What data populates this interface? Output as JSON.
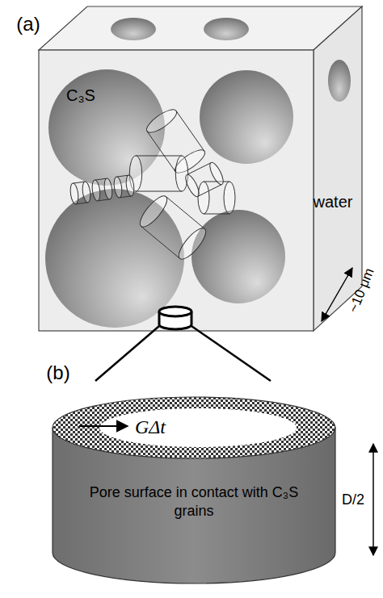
{
  "diagram": {
    "nodes": [
      {
        "text": [
          "Pore surface in contact with C₃S grains"
        ]
      }
    ],
    "labels": [
      "(a)",
      "C₃S",
      "water",
      "~10 μm",
      "(b)",
      "GΔt",
      "D/2"
    ]
  }
}
